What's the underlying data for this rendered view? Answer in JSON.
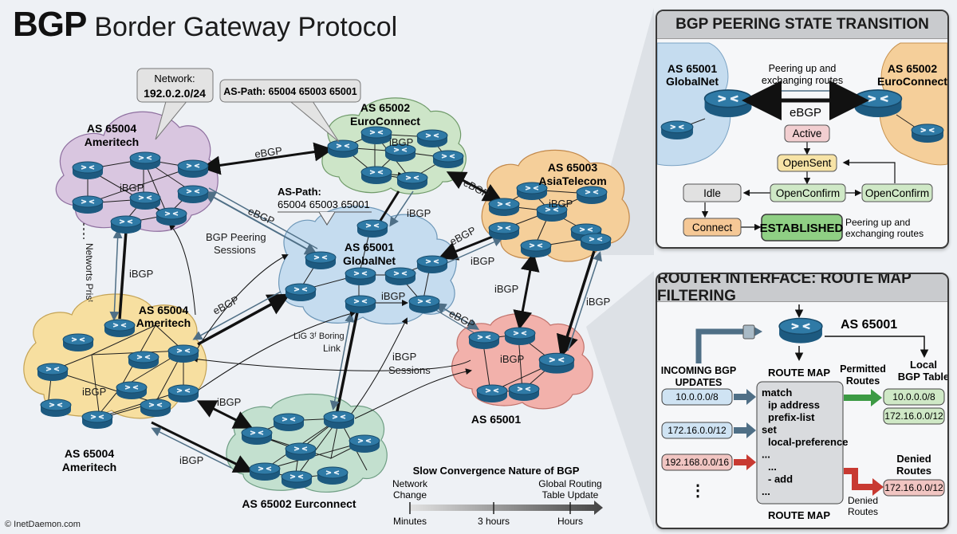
{
  "header": {
    "title_abbr": "BGP",
    "title_full": "Border Gateway Protocol"
  },
  "callouts": {
    "network_label": "Network:",
    "network_value": "192.0.2.0/24",
    "as_path_box": "AS-Path: 65004 65003 65001",
    "as_path_label": "AS-Path:",
    "as_path_value": "65004 65003 65001"
  },
  "clouds": [
    {
      "id": "ameritech-top",
      "as": "AS 65004",
      "name": "Ameritech",
      "color": "#d9c6e0"
    },
    {
      "id": "euroconnect-top",
      "as": "AS 65002",
      "name": "EuroConnect",
      "color": "#cde5c8"
    },
    {
      "id": "asiatelecom",
      "as": "AS 65003",
      "name": "AsiaTelecom",
      "color": "#f5cf9a"
    },
    {
      "id": "globalnet",
      "as": "AS 65001",
      "name": "GlobalNet",
      "color": "#c5dcef"
    },
    {
      "id": "ameritech-bottom",
      "as": "AS 65004",
      "name": "Ameritech",
      "color": "#f7dfa0"
    },
    {
      "id": "as65001-red",
      "as": "AS 65001",
      "name": "",
      "color": "#f2b1ab"
    },
    {
      "id": "euroconnect-bottom",
      "as": "AS 65002 Eurconnect",
      "name": "",
      "color": "#c3e0cf"
    }
  ],
  "link_labels": {
    "ebgp": "eBGP",
    "ibgp": "iBGP",
    "peering_sessions_1": "BGP Peering",
    "peering_sessions_2": "Sessions",
    "peering_link_1": "LiG 3ᶠ Boring",
    "peering_link_2": "Link",
    "ibgp_sessions_1": "iBGP",
    "ibgp_sessions_2": "Sessions",
    "networks_prist": "Networts Prisᵗ",
    "mid_as": "AS 65004",
    "mid_name": "Ameritech"
  },
  "convergence": {
    "title": "Slow Convergence Nature of BGP",
    "start_label_1": "Network",
    "start_label_2": "Change",
    "end_label_1": "Global Routing",
    "end_label_2": "Table Update",
    "ticks": [
      "Minutes",
      "3 hours",
      "Hours"
    ]
  },
  "peering_panel": {
    "title": "BGP PEERING STATE TRANSITION",
    "left_as": "AS 65001",
    "left_name": "GlobalNet",
    "right_as": "AS 65002",
    "right_name": "EuroConnect",
    "top_note_1": "Peering up and",
    "top_note_2": "exchanging routes",
    "link": "eBGP",
    "states": {
      "active": "Active",
      "opensent": "OpenSent",
      "idle": "Idle",
      "openconfirm_a": "OpenConfirm",
      "openconfirm_b": "OpenConfirm",
      "connect": "Connect",
      "established": "ESTABLISHED"
    },
    "established_note_1": "Peering up and",
    "established_note_2": "exchanging routes"
  },
  "routemap_panel": {
    "title": "ROUTER INTERFACE: ROUTE MAP FILTERING",
    "router_as": "AS 65001",
    "incoming_1": "INCOMING BGP",
    "incoming_2": "UPDATES",
    "route_map_top": "ROUTE MAP",
    "route_map_bottom": "ROUTE MAP",
    "incoming_routes": [
      "10.0.0.0/8",
      "172.16.0.0/12",
      "192.168.0.0/16"
    ],
    "more": "⋮",
    "map_lines": [
      "match",
      " ip address",
      " prefix-list",
      "set",
      " local-preference",
      "...",
      " ...",
      " - add",
      "..."
    ],
    "permitted_1": "Permitted",
    "permitted_2": "Routes",
    "local_1": "Local",
    "local_2": "BGP Table",
    "local_routes": [
      "10.0.0.0/8",
      "172.16.0.0/12"
    ],
    "denied_head_1": "Denied",
    "denied_head_2": "Routes",
    "denied_routes": [
      "172.16.0.0/12"
    ],
    "denied_note_1": "Denied",
    "denied_note_2": "Routes"
  },
  "footer": {
    "copyright": "© InetDaemon.com"
  }
}
